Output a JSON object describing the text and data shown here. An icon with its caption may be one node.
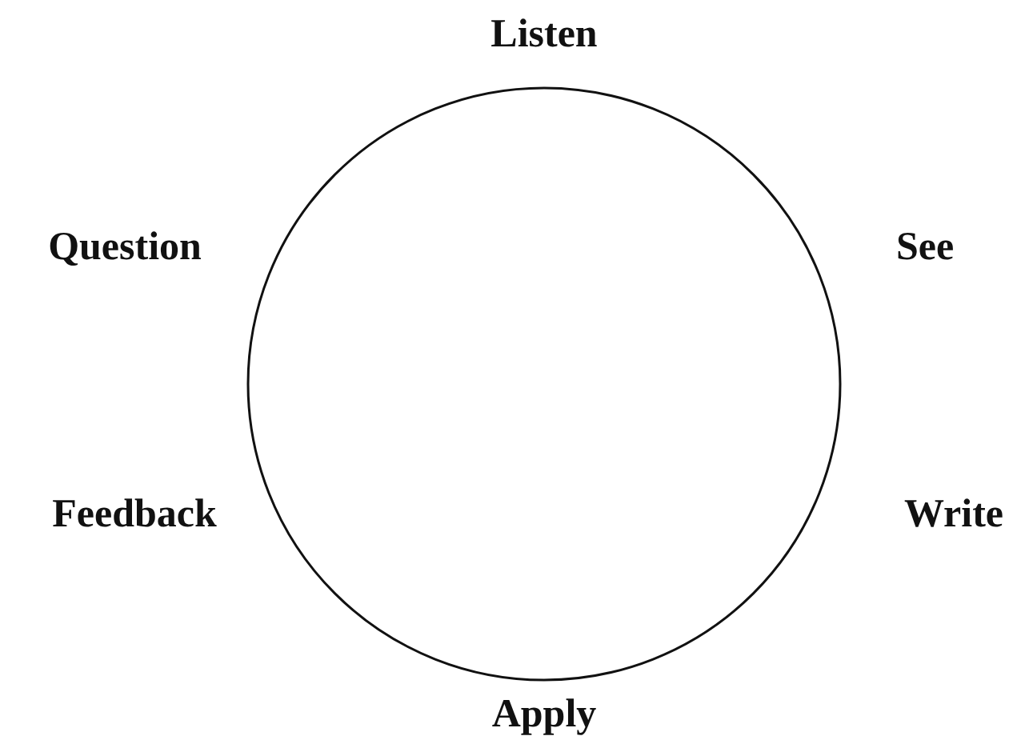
{
  "diagram": {
    "nodes": [
      {
        "text": [],
        "shape": "circle",
        "beside": [
          "Listen",
          "See",
          "Write",
          "Apply",
          "Feedback",
          "Question"
        ]
      }
    ]
  }
}
